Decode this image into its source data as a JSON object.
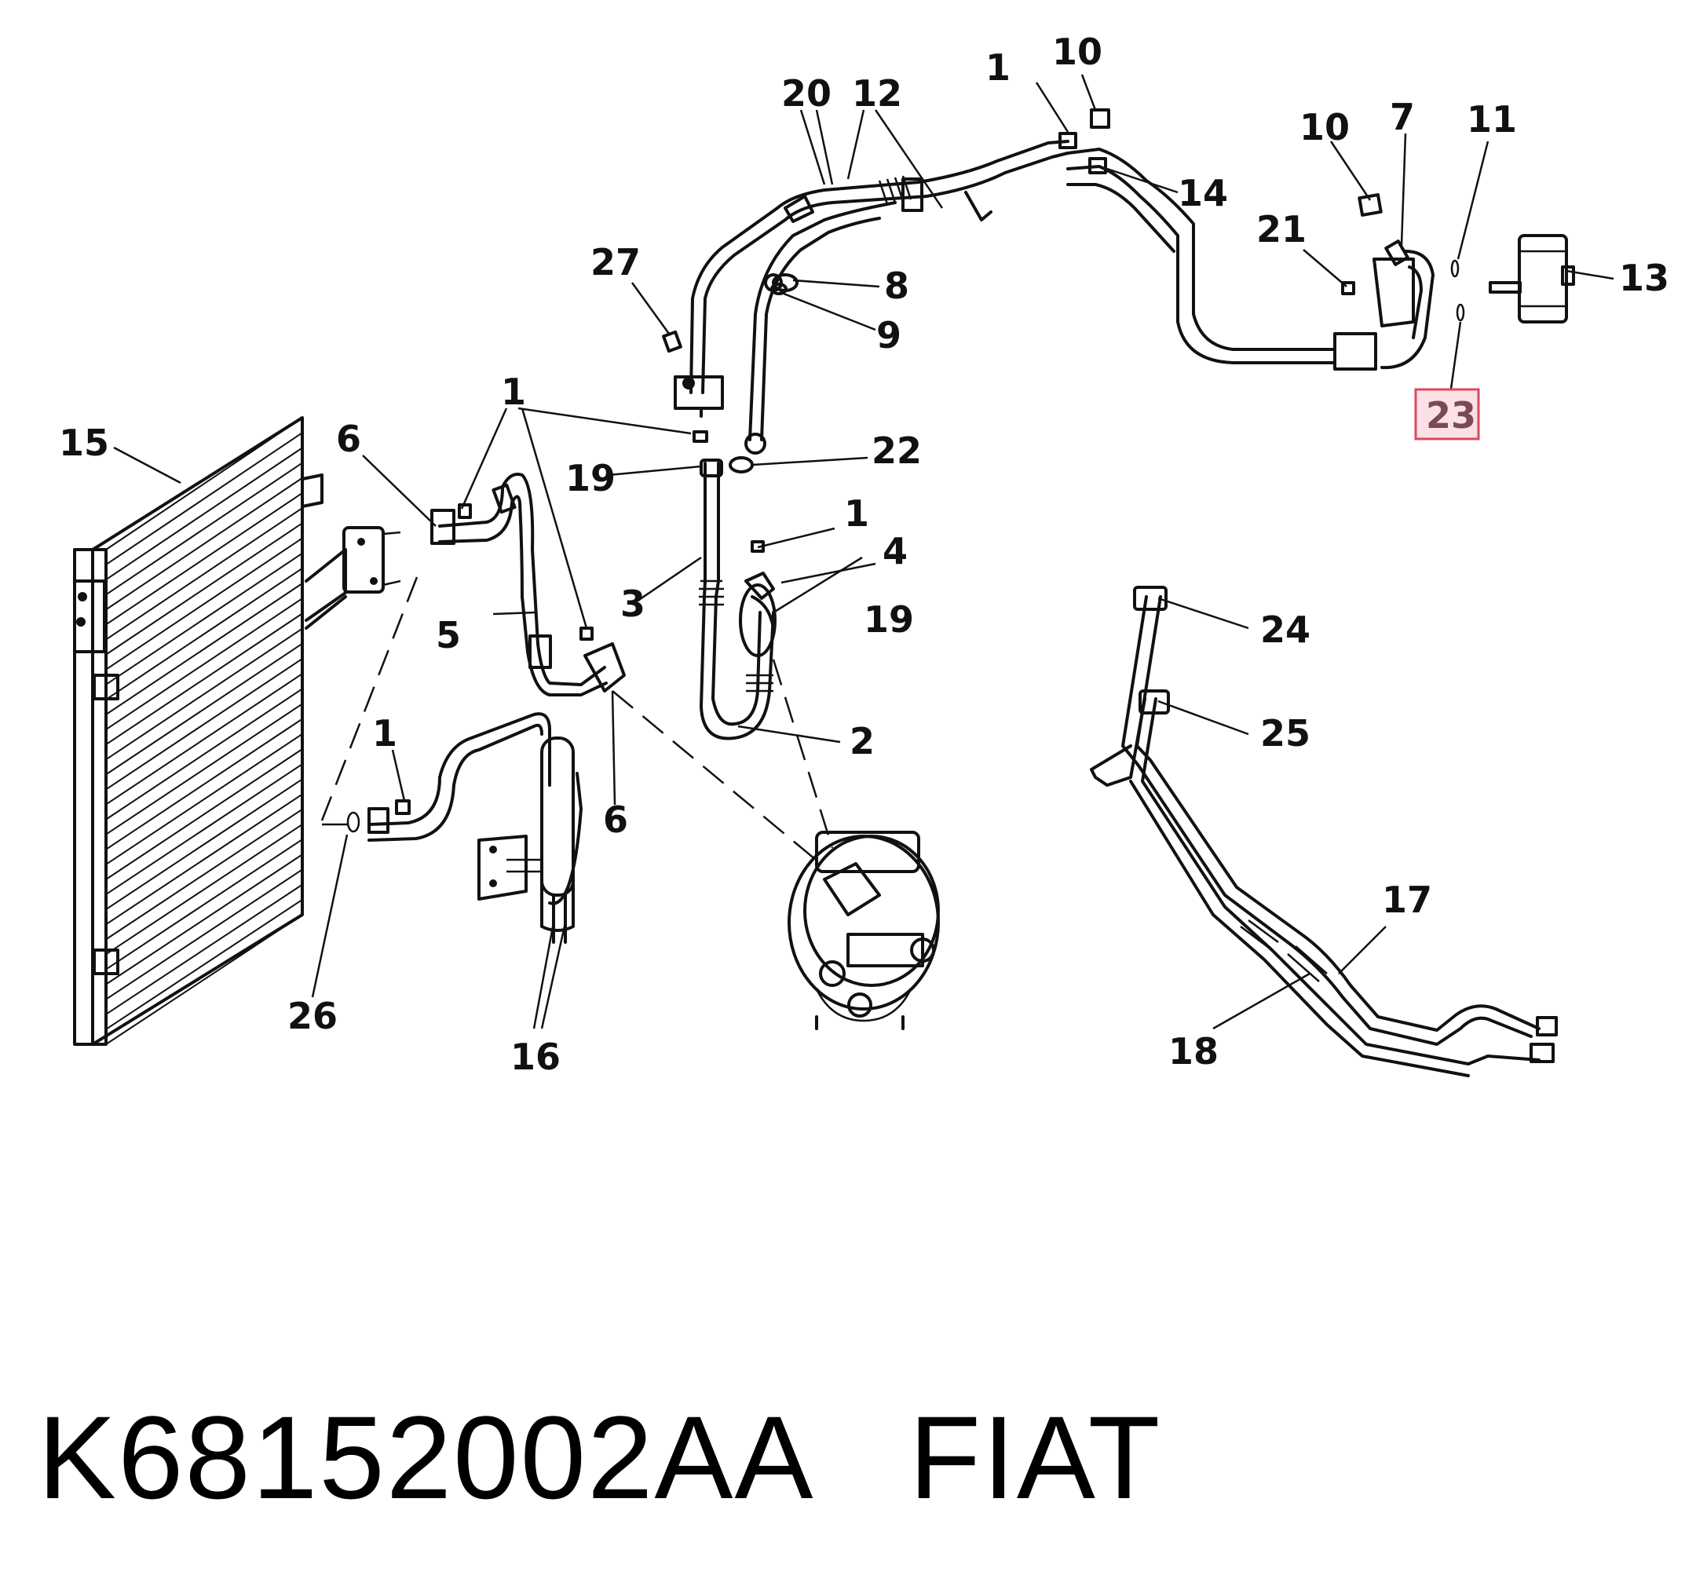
{
  "callouts": {
    "c10a": "10",
    "c1a": "1",
    "c20": "20",
    "c12": "12",
    "c14": "14",
    "c10b": "10",
    "c7": "7",
    "c11": "11",
    "c21": "21",
    "c13": "13",
    "c23": "23",
    "c27": "27",
    "c8": "8",
    "c9": "9",
    "c15": "15",
    "c6a": "6",
    "c1b": "1",
    "c19a": "19",
    "c22": "22",
    "c1c": "1",
    "c4": "4",
    "c3": "3",
    "c5": "5",
    "c19b": "19",
    "c24": "24",
    "c2": "2",
    "c25": "25",
    "c1d": "1",
    "c6b": "6",
    "c17": "17",
    "c26": "26",
    "c16": "16",
    "c18": "18"
  },
  "highlight": {
    "label": "23",
    "color": "#fbe0e6",
    "border": "#d94a5e"
  },
  "footer": {
    "part_number": "K68152002AA",
    "brand": "FIAT"
  }
}
